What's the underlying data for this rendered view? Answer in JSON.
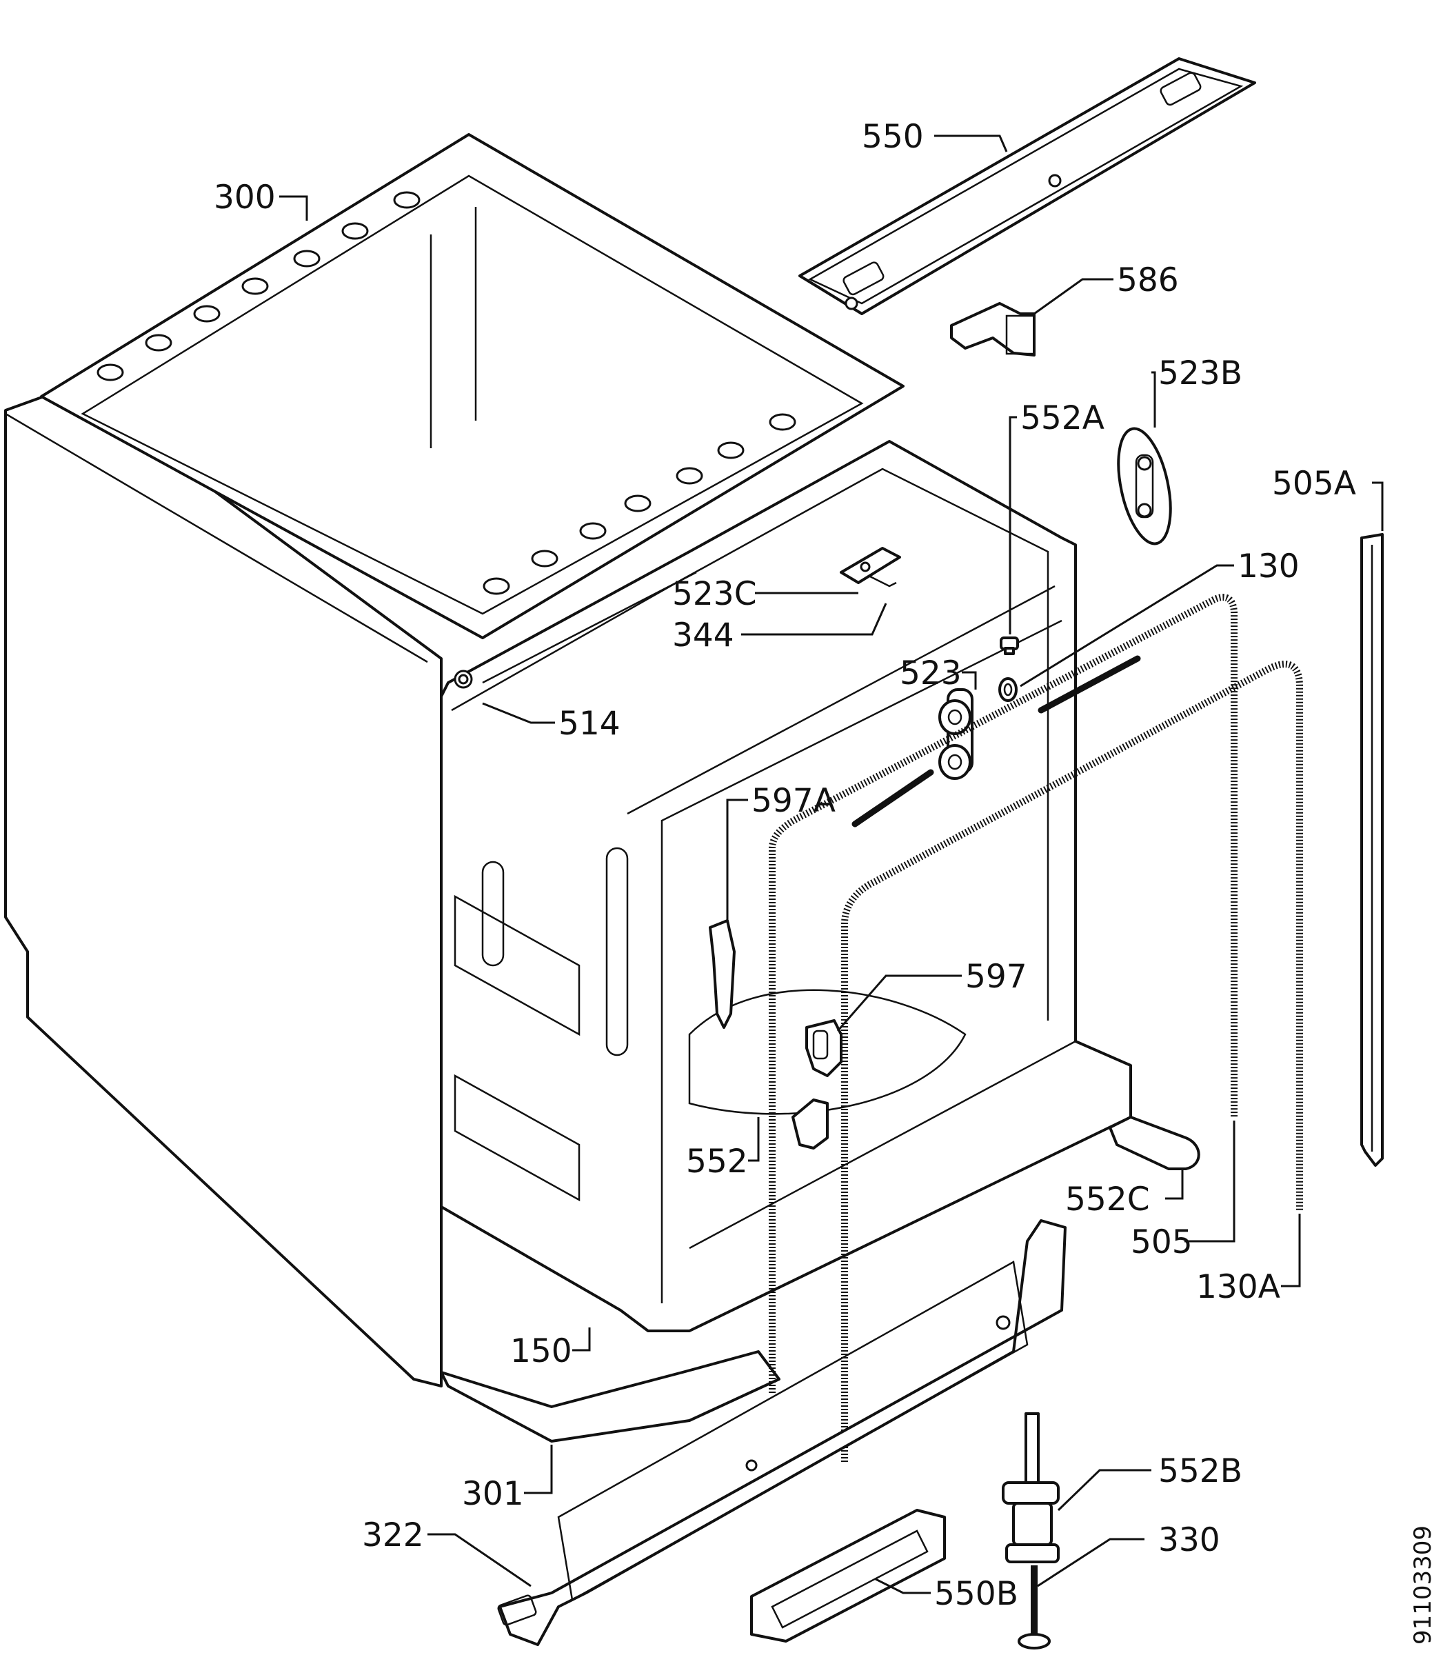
{
  "diagram": {
    "labels": [
      {
        "id": "550",
        "text": "550"
      },
      {
        "id": "300",
        "text": "300"
      },
      {
        "id": "586",
        "text": "586"
      },
      {
        "id": "523B",
        "text": "523B"
      },
      {
        "id": "552A",
        "text": "552A"
      },
      {
        "id": "505A",
        "text": "505A"
      },
      {
        "id": "130",
        "text": "130"
      },
      {
        "id": "523C",
        "text": "523C"
      },
      {
        "id": "344",
        "text": "344"
      },
      {
        "id": "523",
        "text": "523"
      },
      {
        "id": "514",
        "text": "514"
      },
      {
        "id": "597A",
        "text": "597A"
      },
      {
        "id": "597",
        "text": "597"
      },
      {
        "id": "552",
        "text": "552"
      },
      {
        "id": "552C",
        "text": "552C"
      },
      {
        "id": "505",
        "text": "505"
      },
      {
        "id": "130A",
        "text": "130A"
      },
      {
        "id": "150",
        "text": "150"
      },
      {
        "id": "301",
        "text": "301"
      },
      {
        "id": "322",
        "text": "322"
      },
      {
        "id": "552B",
        "text": "552B"
      },
      {
        "id": "330",
        "text": "330"
      },
      {
        "id": "550B",
        "text": "550B"
      }
    ],
    "drawing_code": "91103309"
  }
}
